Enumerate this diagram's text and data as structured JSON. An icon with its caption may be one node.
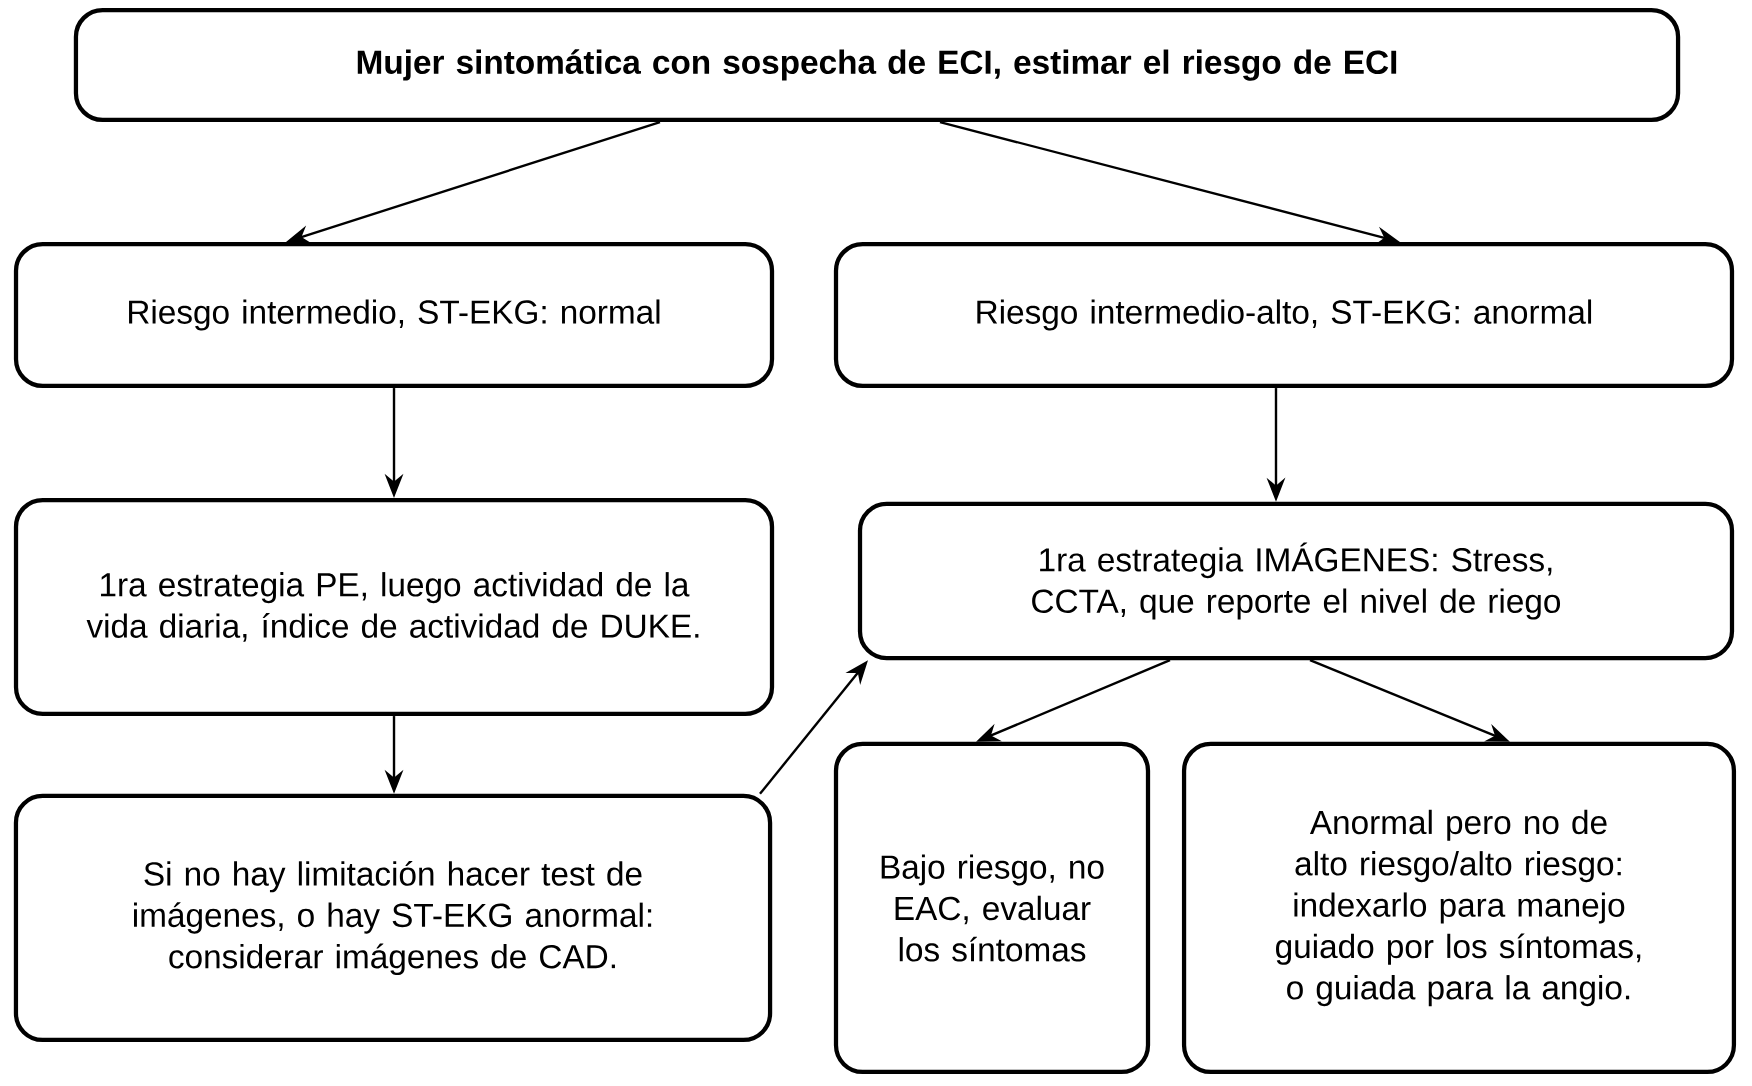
{
  "diagram": {
    "nodes": [
      {
        "text": [
          "Mujer sintomática con sospecha de ECI, estimar el riesgo de ECI"
        ]
      },
      {
        "text": [
          "Riesgo intermedio, ST-EKG: normal"
        ]
      },
      {
        "text": [
          "Riesgo intermedio-alto, ST-EKG: anormal"
        ]
      },
      {
        "text": [
          "1ra estrategia PE, luego actividad de la vida diaria, índice de actividad de DUKE."
        ]
      },
      {
        "text": [
          "1ra estrategia IMÁGENES: Stress, CCTA, que reporte el nivel de riego"
        ]
      },
      {
        "text": [
          "Si no hay limitación hacer test de imágenes, o hay ST-EKG anormal: considerar imágenes de CAD."
        ]
      },
      {
        "text": [
          "Bajo riesgo, no EAC, evaluar los síntomas"
        ]
      },
      {
        "text": [
          "Anormal pero no de alto riesgo/alto riesgo: indexarlo para manejo guiado por los síntomas, o guiada para la angio."
        ]
      }
    ],
    "edges": [
      {
        "from": 0,
        "to": 1,
        "arrow": "to"
      },
      {
        "from": 0,
        "to": 2,
        "arrow": "to"
      },
      {
        "from": 1,
        "to": 3,
        "arrow": "to"
      },
      {
        "from": 2,
        "to": 4,
        "arrow": "to"
      },
      {
        "from": 3,
        "to": 5,
        "arrow": "to"
      },
      {
        "from": 5,
        "to": 4,
        "arrow": "to"
      },
      {
        "from": 4,
        "to": 6,
        "arrow": "to"
      },
      {
        "from": 4,
        "to": 7,
        "arrow": "to"
      }
    ]
  }
}
